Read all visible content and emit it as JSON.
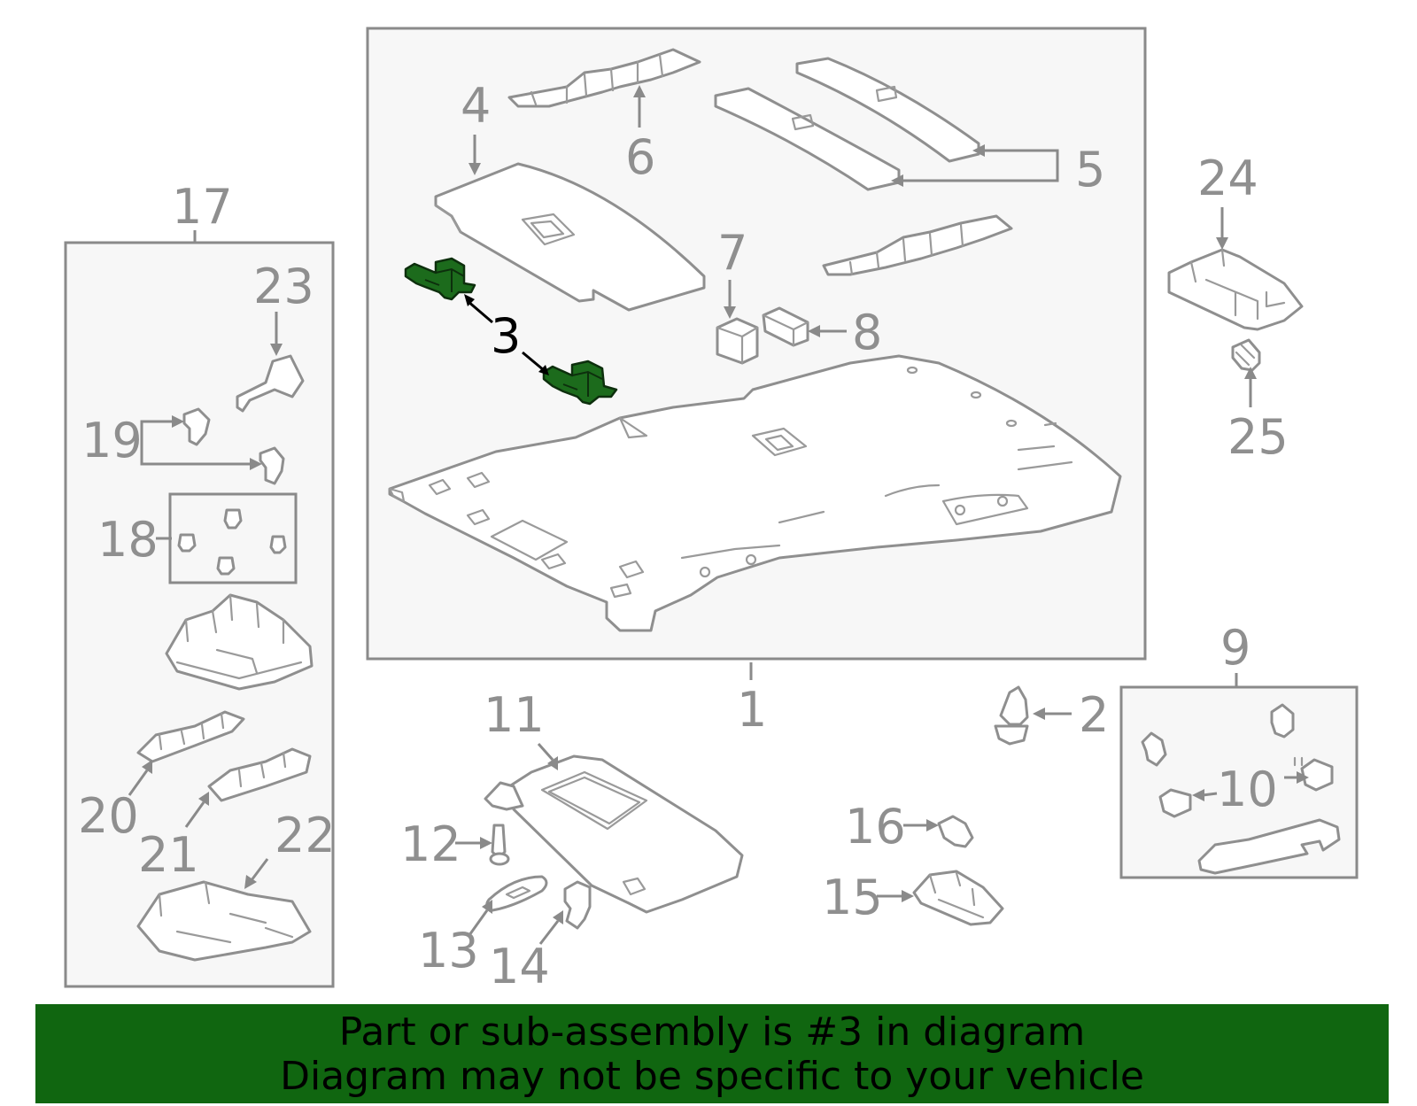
{
  "diagram": {
    "highlighted_part": "3",
    "highlight_color": "#1c6b1c",
    "line_color": "#8f8f8f",
    "callouts": [
      "1",
      "2",
      "3",
      "4",
      "5",
      "6",
      "7",
      "8",
      "9",
      "10",
      "11",
      "12",
      "13",
      "14",
      "15",
      "16",
      "17",
      "18",
      "19",
      "20",
      "21",
      "22",
      "23",
      "24",
      "25"
    ]
  },
  "banner": {
    "background": "#106610",
    "line1": "Part or sub-assembly is #3 in diagram",
    "line2": "Diagram may not be specific to your vehicle"
  }
}
